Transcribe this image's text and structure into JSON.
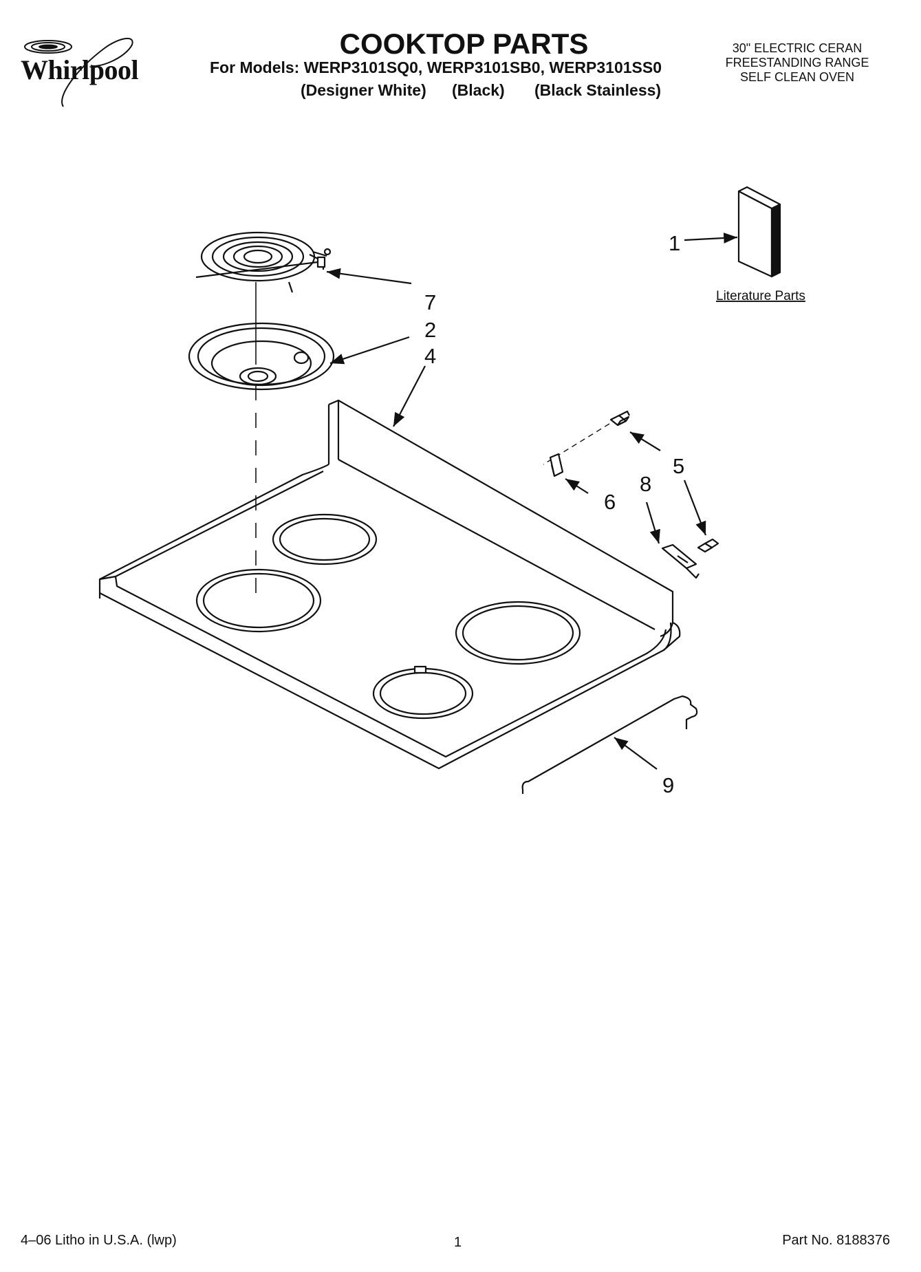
{
  "brand": {
    "logo_text": "Whirlpool"
  },
  "header": {
    "title": "COOKTOP PARTS",
    "models_line": "For Models: WERP3101SQ0, WERP3101SB0, WERP3101SS0",
    "colors": [
      "(Designer White)",
      "(Black)",
      "(Black Stainless)"
    ],
    "product_lines": [
      "30\" ELECTRIC CERAN",
      "FREESTANDING RANGE",
      "SELF CLEAN OVEN"
    ]
  },
  "diagram": {
    "callouts": {
      "c1": "1",
      "c2": "2",
      "c4": "4",
      "c5": "5",
      "c6": "6",
      "c7": "7",
      "c8": "8",
      "c9": "9"
    },
    "literature_label": "Literature Parts"
  },
  "footer": {
    "left": "4–06 Litho in U.S.A. (lwp)",
    "page": "1",
    "right": "Part No. 8188376"
  }
}
